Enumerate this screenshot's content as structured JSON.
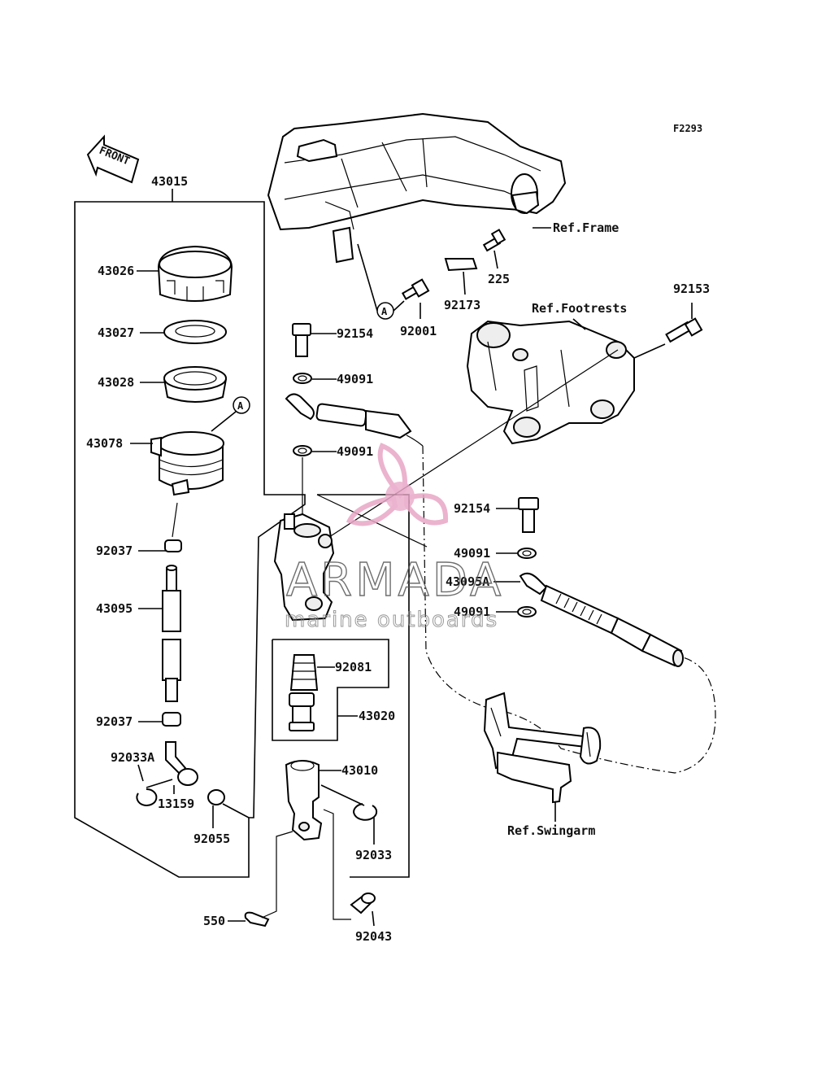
{
  "diagram_code": "F2293",
  "front_label": "FRONT",
  "circle_marker": "A",
  "refs": {
    "frame": "Ref.Frame",
    "footrests": "Ref.Footrests",
    "swingarm": "Ref.Swingarm"
  },
  "parts": {
    "p43015": "43015",
    "p43026": "43026",
    "p43027": "43027",
    "p43028": "43028",
    "p43078": "43078",
    "p92037a": "92037",
    "p43095": "43095",
    "p92037b": "92037",
    "p92033A": "92033A",
    "p13159": "13159",
    "p92055": "92055",
    "p225": "225",
    "p92173": "92173",
    "p92001": "92001",
    "p92154a": "92154",
    "p49091a": "49091",
    "p49091b": "49091",
    "p92153": "92153",
    "p92154b": "92154",
    "p49091c": "49091",
    "p43095A": "43095A",
    "p49091d": "49091",
    "p92081": "92081",
    "p43020": "43020",
    "p43010": "43010",
    "p92033": "92033",
    "p550": "550",
    "p92043": "92043"
  },
  "watermark": {
    "brand": "ARMADA",
    "tagline": "marine outboards",
    "accent_color": "#e8a6c6"
  }
}
